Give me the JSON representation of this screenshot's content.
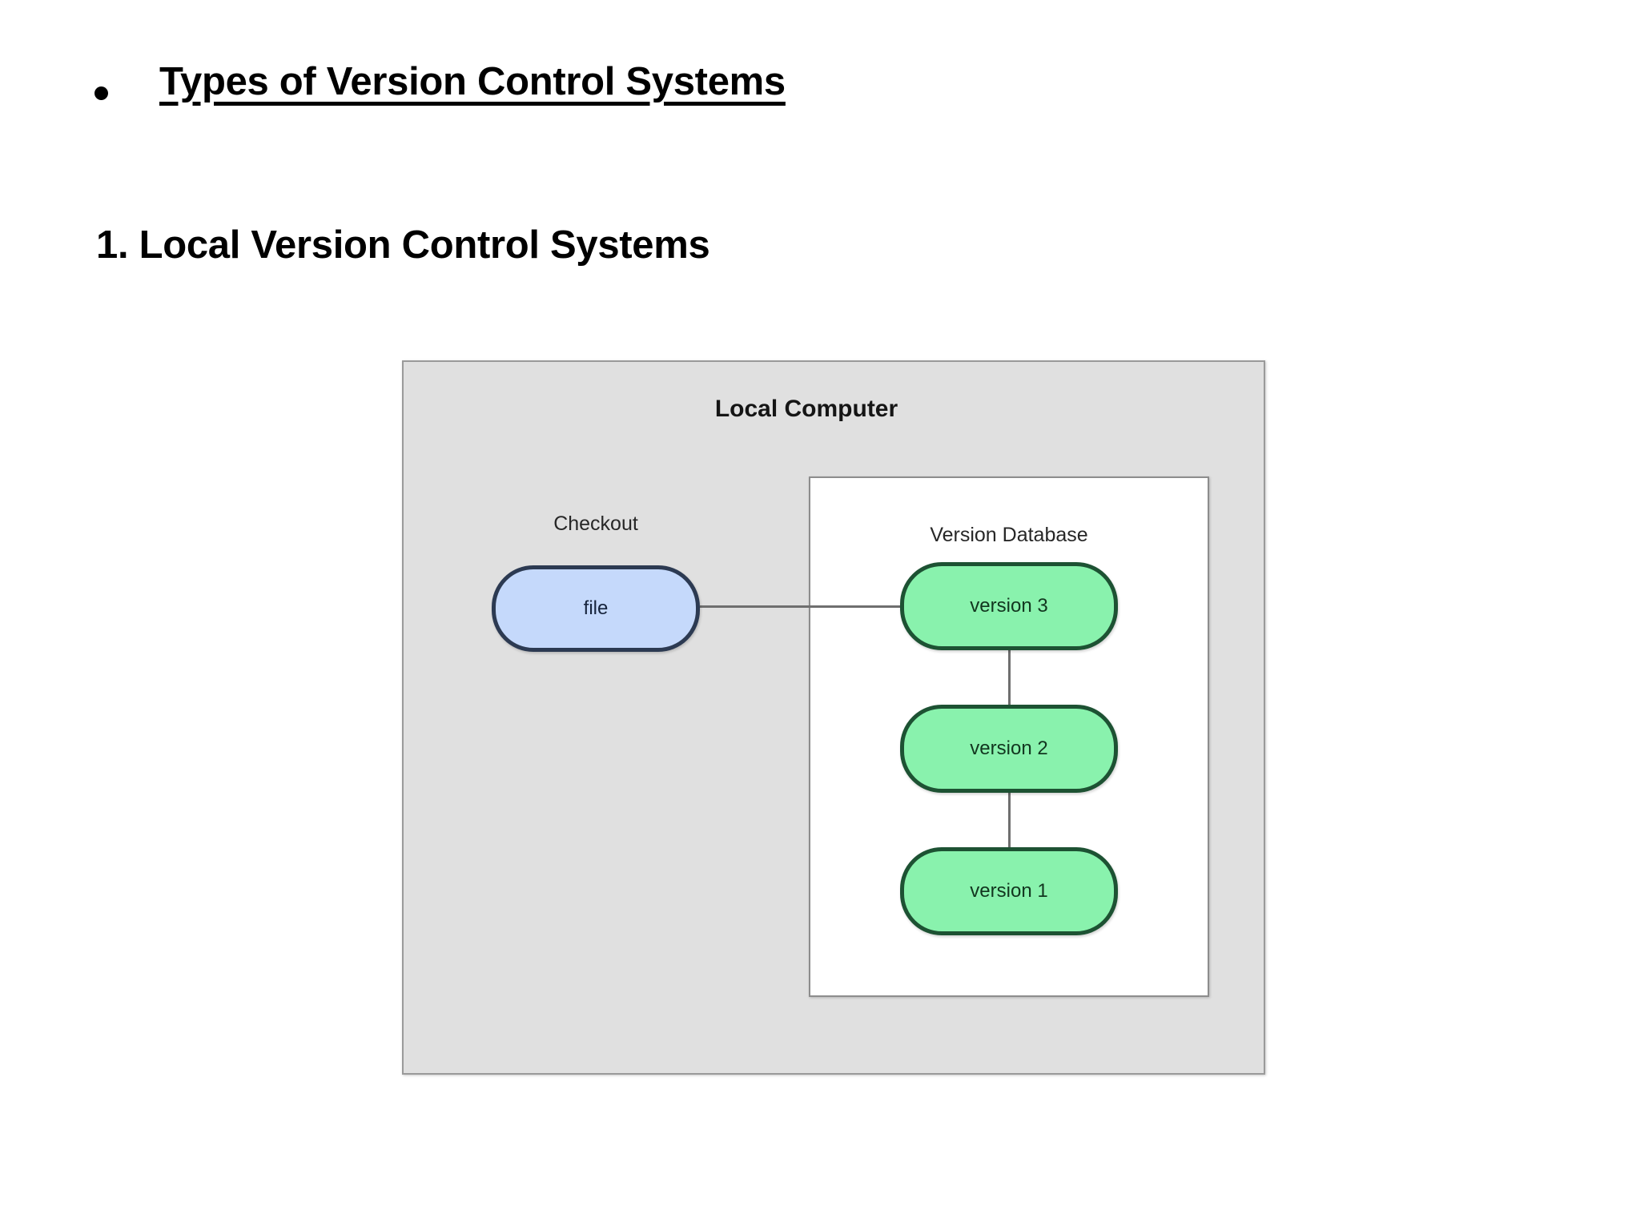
{
  "slide": {
    "bullet_heading": "Types of Version Control Systems",
    "subheading": "1. Local Version Control Systems"
  },
  "diagram": {
    "title": "Local Computer",
    "checkout_label": "Checkout",
    "version_db_label": "Version Database",
    "checkout_node": {
      "label": "file",
      "fill": "#c5d9fb",
      "stroke": "#2c3a52"
    },
    "version_nodes": [
      {
        "label": "version 3",
        "fill": "#89f2ad",
        "stroke": "#1d5233"
      },
      {
        "label": "version 2",
        "fill": "#89f2ad",
        "stroke": "#1d5233"
      },
      {
        "label": "version 1",
        "fill": "#89f2ad",
        "stroke": "#1d5233"
      }
    ],
    "colors": {
      "outer_box_fill": "#e0e0e0",
      "outer_box_stroke": "#9a9a9a",
      "inner_box_fill": "#ffffff",
      "inner_box_stroke": "#8d8d8d",
      "connector": "#6f6f6f",
      "page_background": "#ffffff",
      "text": "#000000"
    }
  }
}
